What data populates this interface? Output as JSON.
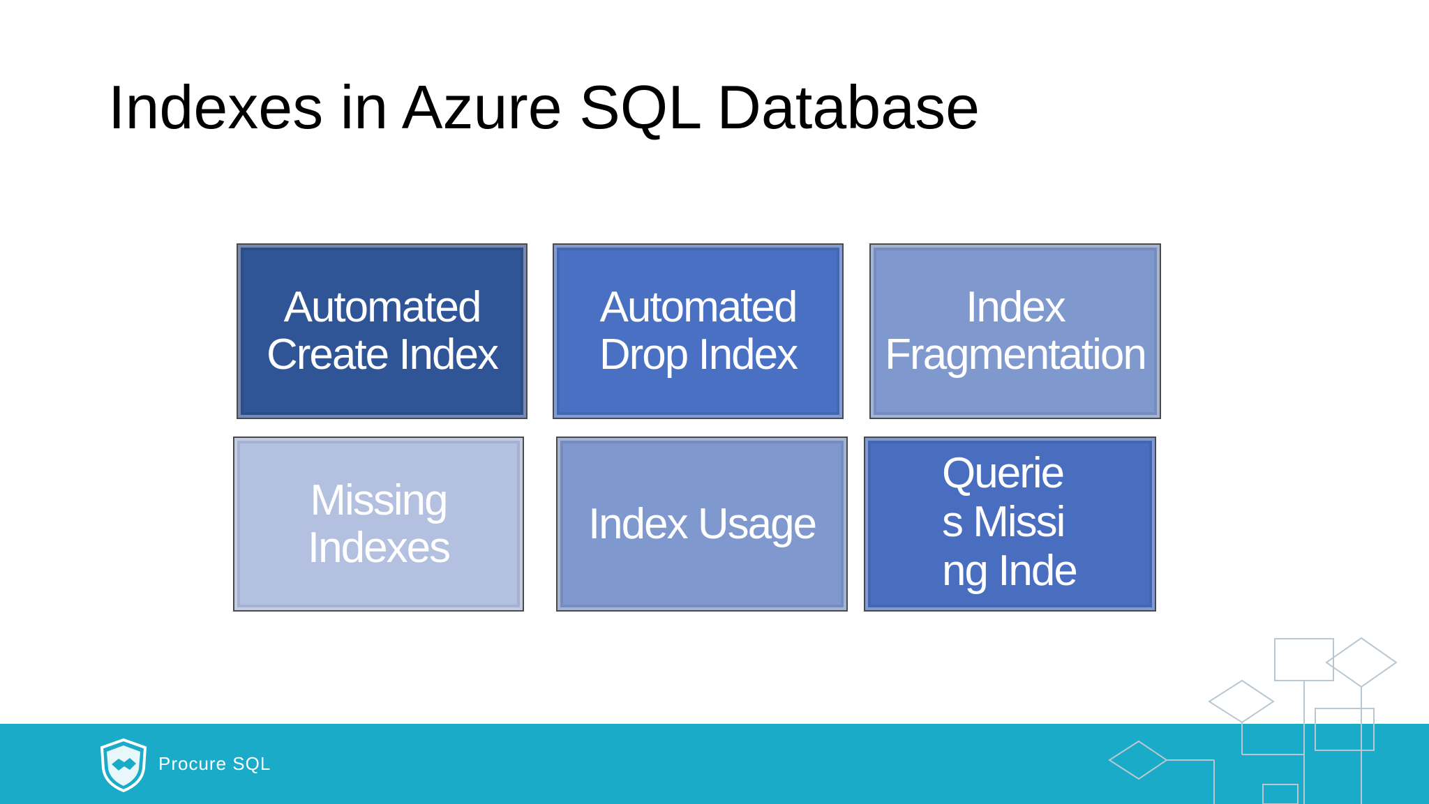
{
  "slide": {
    "title": "Indexes in Azure SQL Database"
  },
  "boxes": [
    {
      "label": "Automated Create Index",
      "color": "#2f5597"
    },
    {
      "label": "Automated Drop Index",
      "color": "#4a70c4"
    },
    {
      "label": "Index Fragmentation",
      "color": "#7f98cd"
    },
    {
      "label": "Missing Indexes",
      "color": "#b4c0e0"
    },
    {
      "label": "Index Usage",
      "color": "#7f98cd"
    },
    {
      "label": "Queries Missing Indexes",
      "color": "#4a6ebf"
    }
  ],
  "footer": {
    "brand": "Procure SQL",
    "bar_color": "#1aabc8",
    "logo_icon": "shield-handshake-icon"
  }
}
